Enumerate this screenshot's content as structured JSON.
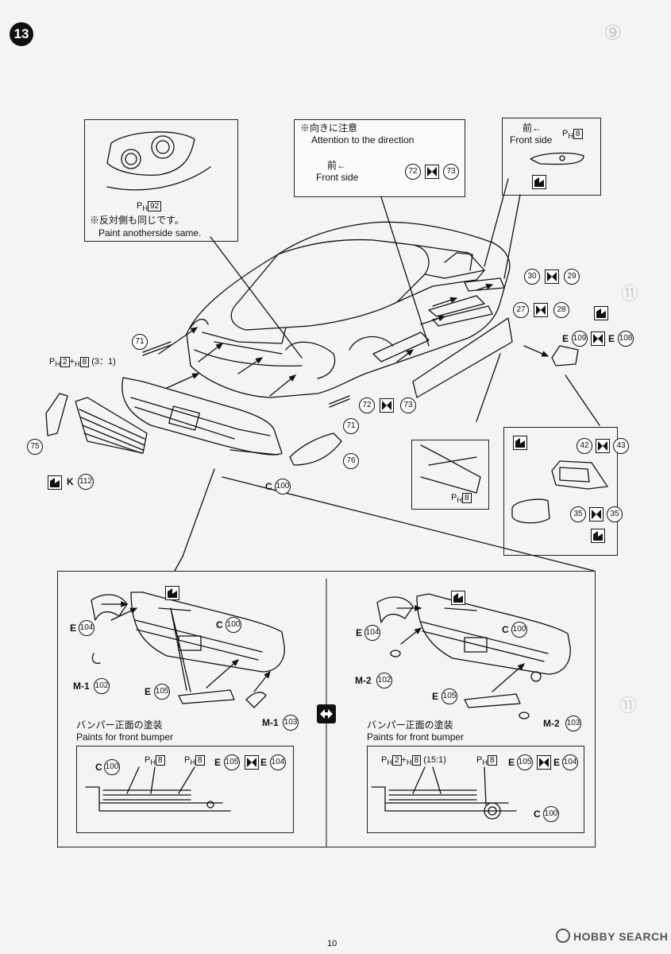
{
  "step_number": "13",
  "page_number": "10",
  "watermark": "HOBBY SEARCH",
  "callouts": {
    "headlight": {
      "paint": "92",
      "note_jp": "※反対側も同じです。",
      "note_en": "Paint anotherside same."
    },
    "direction": {
      "note_jp": "※向きに注意",
      "note_en": "Attention to the direction",
      "front_jp": "前←",
      "front_en": "Front side",
      "part_a": "72",
      "part_b": "73"
    },
    "front_side_box": {
      "front_jp": "前←",
      "front_en": "Front side",
      "paint": "8"
    },
    "mirror_box": {
      "parts": [
        "42",
        "43",
        "35",
        "35"
      ]
    },
    "door_box": {
      "paint": "8"
    }
  },
  "main_labels": {
    "grille_paint": "2",
    "grille_paint_b": "8",
    "grille_ratio": "(3：1)",
    "grille_part": "112",
    "grille_letter": "K",
    "part_75": "75",
    "part_76": "76",
    "part_71a": "71",
    "part_71b": "71",
    "part_72": "72",
    "part_73": "73",
    "part_30": "30",
    "part_29": "29",
    "part_27": "27",
    "part_28": "28",
    "mirror_letter": "E",
    "mirror_a": "109",
    "mirror_b": "108",
    "bumper_letter": "C",
    "bumper_num": "100"
  },
  "panel_left": {
    "e104": "104",
    "c100": "100",
    "m1_102": "102",
    "e105": "105",
    "m1_103": "103",
    "letter_e": "E",
    "letter_c": "C",
    "letter_m1": "M-1",
    "note_jp": "バンパー正面の塗装",
    "note_en": "Paints for front bumper",
    "paint_a": "8",
    "paint_b": "8",
    "e_a": "105",
    "e_b": "104"
  },
  "panel_right": {
    "e104": "104",
    "c100": "100",
    "m2_102": "102",
    "e105": "105",
    "m2_103": "103",
    "letter_e": "E",
    "letter_c": "C",
    "letter_m2": "M-2",
    "note_jp": "バンパー正面の塗装",
    "note_en": "Paints for front bumper",
    "mix_a": "2",
    "mix_b": "8",
    "ratio": "(15:1)",
    "paint_c": "8",
    "e_a": "105",
    "e_b": "104"
  },
  "colors": {
    "ink": "#111111",
    "paper": "#f4f4f2",
    "faint": "#c6ccd2"
  }
}
